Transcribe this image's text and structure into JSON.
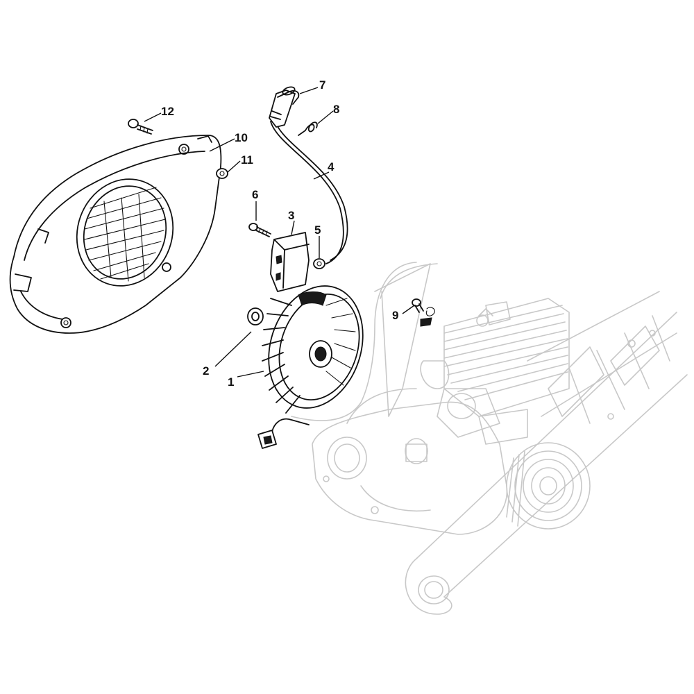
{
  "callouts": [
    {
      "id": "1",
      "part": "flywheel"
    },
    {
      "id": "2",
      "part": "nut"
    },
    {
      "id": "3",
      "part": "ignition-module"
    },
    {
      "id": "4",
      "part": "ignition-lead"
    },
    {
      "id": "5",
      "part": "grommet"
    },
    {
      "id": "6",
      "part": "module-screw"
    },
    {
      "id": "7",
      "part": "spark-plug-boot"
    },
    {
      "id": "8",
      "part": "leg-spring"
    },
    {
      "id": "9",
      "part": "ground-screw"
    },
    {
      "id": "10",
      "part": "fan-housing"
    },
    {
      "id": "11",
      "part": "sleeve"
    },
    {
      "id": "12",
      "part": "housing-screw"
    }
  ]
}
